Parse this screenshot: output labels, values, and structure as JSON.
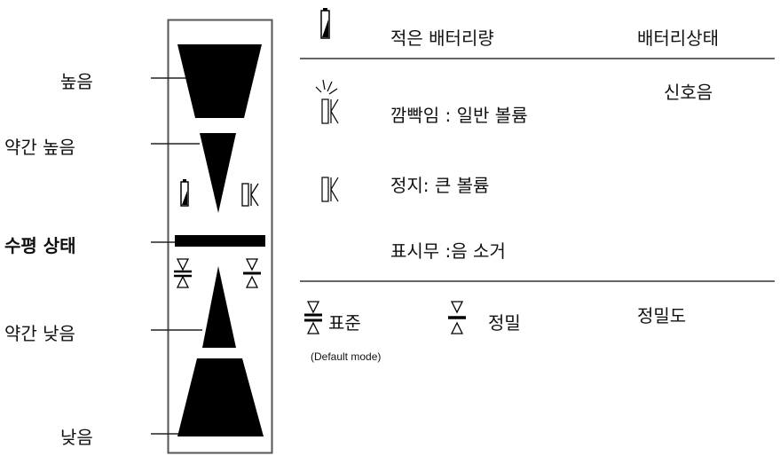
{
  "levels": {
    "high": "높음",
    "slightly_high": "약간 높음",
    "level": "수평 상태",
    "slightly_low": "약간 낮음",
    "low": "낮음"
  },
  "battery": {
    "label": "적은 배터리량",
    "category": "배터리상태"
  },
  "sound": {
    "category": "신호음",
    "blink": "깜빡임 : 일반 볼륨",
    "steady": "정지: 큰 볼륨",
    "none": "표시무 :음 소거"
  },
  "precision": {
    "category": "정밀도",
    "standard": "표준",
    "standard_note": "(Default mode)",
    "fine": "정밀"
  }
}
